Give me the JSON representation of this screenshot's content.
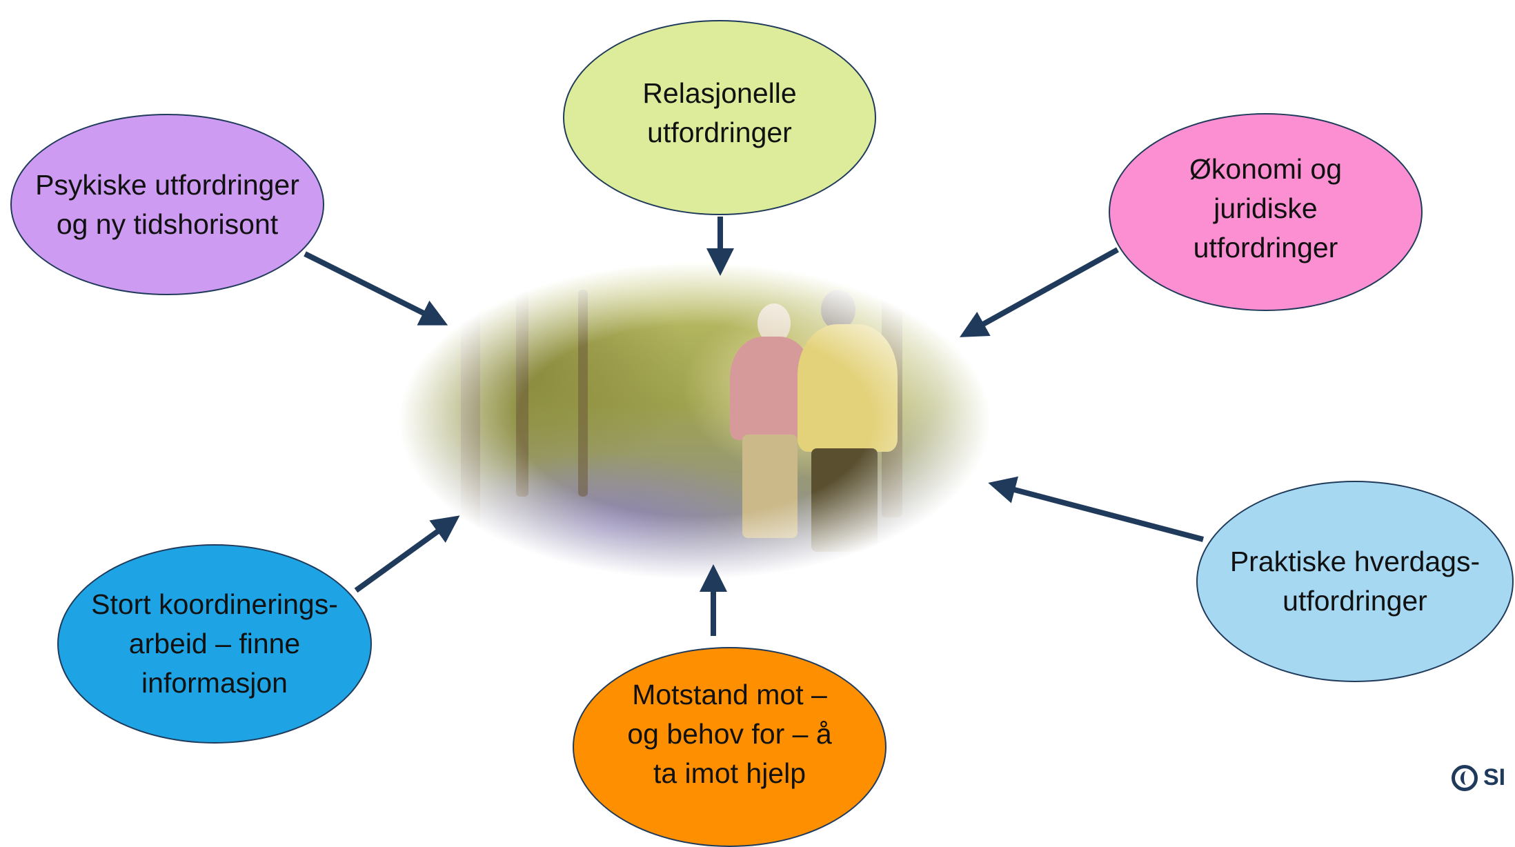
{
  "diagram": {
    "bubbles": {
      "psykiske": "Psykiske utfordringer\nog ny tidshorisont",
      "relasjonelle": "Relasjonelle\nutfordringer",
      "okonomi": "Økonomi og\njuridiske\nutfordringer",
      "praktiske": "Praktiske hverdags-\nutfordringer",
      "motstand": "Motstand mot –\nog behov for – å\nta imot hjelp",
      "koordinering": "Stort koordinerings-\narbeid – finne\ninformasjon"
    },
    "colors": {
      "psykiske": "#cd9bf1",
      "relasjonelle": "#dcec9a",
      "okonomi": "#fb8fd2",
      "praktiske": "#a6d8f2",
      "motstand": "#fd8f00",
      "koordinering": "#1ea4e4",
      "arrow": "#1f3a5a"
    }
  },
  "logo": {
    "text": "SI"
  }
}
